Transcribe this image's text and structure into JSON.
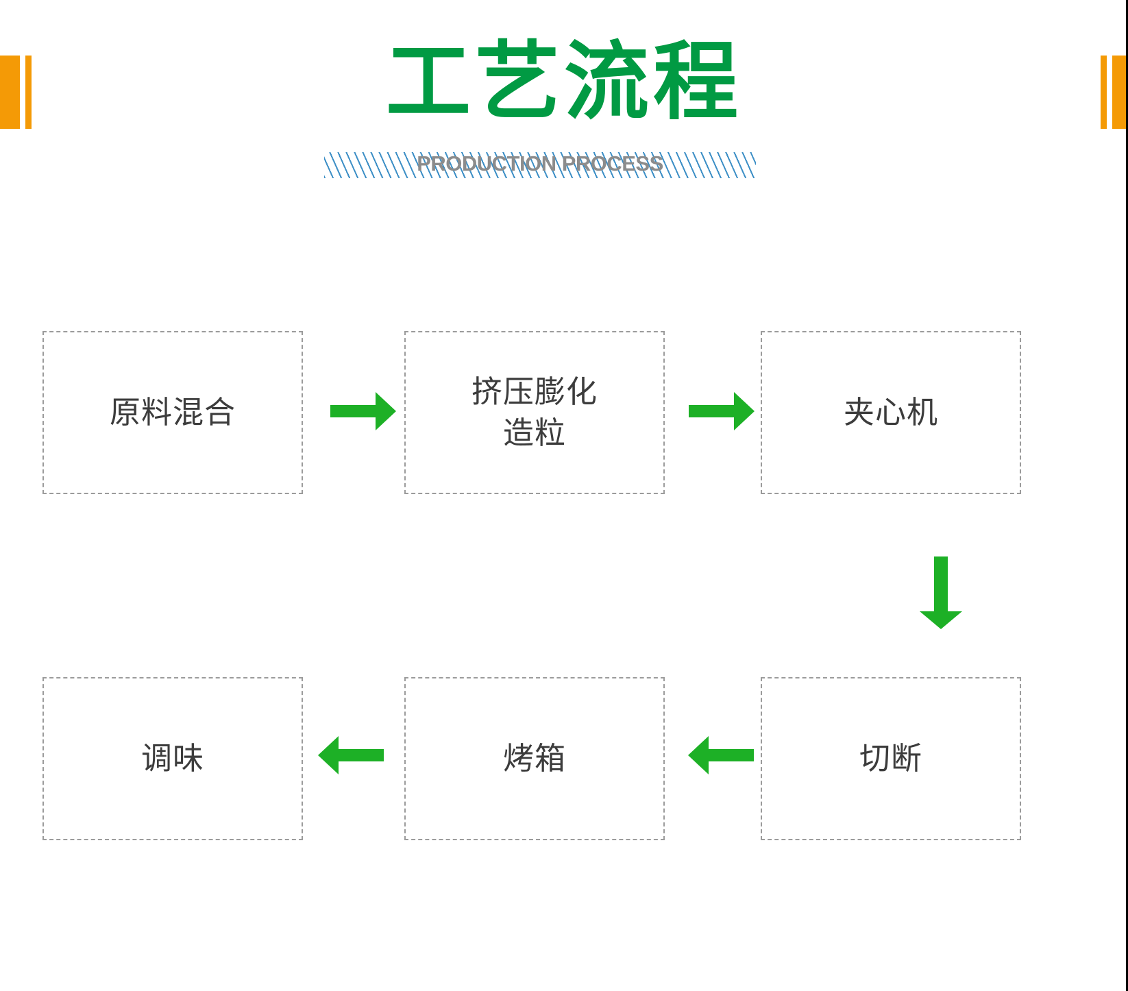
{
  "page": {
    "background": "#ffffff",
    "accent_green": "#019a43",
    "arrow_green": "#1db026",
    "accent_orange": "#f49a06",
    "hatch_blue": "#3d8fc6",
    "box_border_gray": "#9b9b9b",
    "box_text_gray": "#3c3c3c",
    "subtitle_gray": "#8c8c8c"
  },
  "header": {
    "title": "工艺流程",
    "subtitle": "PRODUCTION PROCESS"
  },
  "decorations": {
    "left_bars": [
      "wide",
      "thin"
    ],
    "right_bars": [
      "thin",
      "wide"
    ]
  },
  "flow": {
    "type": "process-flow",
    "boxes": [
      {
        "id": "step-1",
        "label": "原料混合",
        "row": 1,
        "col": 1
      },
      {
        "id": "step-2",
        "label": "挤压膨化\n造粒",
        "row": 1,
        "col": 2
      },
      {
        "id": "step-3",
        "label": "夹心机",
        "row": 1,
        "col": 3
      },
      {
        "id": "step-4",
        "label": "切断",
        "row": 2,
        "col": 3
      },
      {
        "id": "step-5",
        "label": "烤箱",
        "row": 2,
        "col": 2
      },
      {
        "id": "step-6",
        "label": "调味",
        "row": 2,
        "col": 1
      }
    ],
    "arrows": [
      {
        "id": "arrow-1",
        "from": "step-1",
        "to": "step-2",
        "direction": "right"
      },
      {
        "id": "arrow-2",
        "from": "step-2",
        "to": "step-3",
        "direction": "right"
      },
      {
        "id": "arrow-3",
        "from": "step-3",
        "to": "step-4",
        "direction": "down"
      },
      {
        "id": "arrow-4",
        "from": "step-4",
        "to": "step-5",
        "direction": "left"
      },
      {
        "id": "arrow-5",
        "from": "step-5",
        "to": "step-6",
        "direction": "left"
      }
    ]
  }
}
